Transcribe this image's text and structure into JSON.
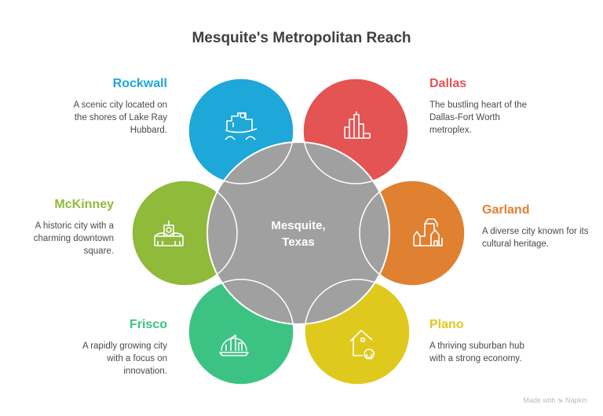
{
  "title": "Mesquite's Metropolitan Reach",
  "center": {
    "line1": "Mesquite,",
    "line2": "Texas",
    "color": "#a0a0a0"
  },
  "cities": [
    {
      "name": "Rockwall",
      "description": "A scenic city located on the shores of Lake Ray Hubbard.",
      "color": "#1ea7d9",
      "icon": "lake-city-icon"
    },
    {
      "name": "Dallas",
      "description": "The bustling heart of the Dallas-Fort Worth metroplex.",
      "color": "#e35453",
      "icon": "skyscraper-icon"
    },
    {
      "name": "McKinney",
      "description": "A historic city with a charming downtown square.",
      "color": "#8fba3a",
      "icon": "historic-building-icon"
    },
    {
      "name": "Garland",
      "description": "A diverse city known for its cultural heritage.",
      "color": "#df8131",
      "icon": "houses-icon"
    },
    {
      "name": "Frisco",
      "description": "A rapidly growing city with a focus on innovation.",
      "color": "#3cc383",
      "icon": "snow-globe-city-icon"
    },
    {
      "name": "Plano",
      "description": "A thriving suburban hub with a strong economy.",
      "color": "#dfc91d",
      "icon": "house-award-icon"
    }
  ],
  "footer": "Made with ⋟ Napkin"
}
